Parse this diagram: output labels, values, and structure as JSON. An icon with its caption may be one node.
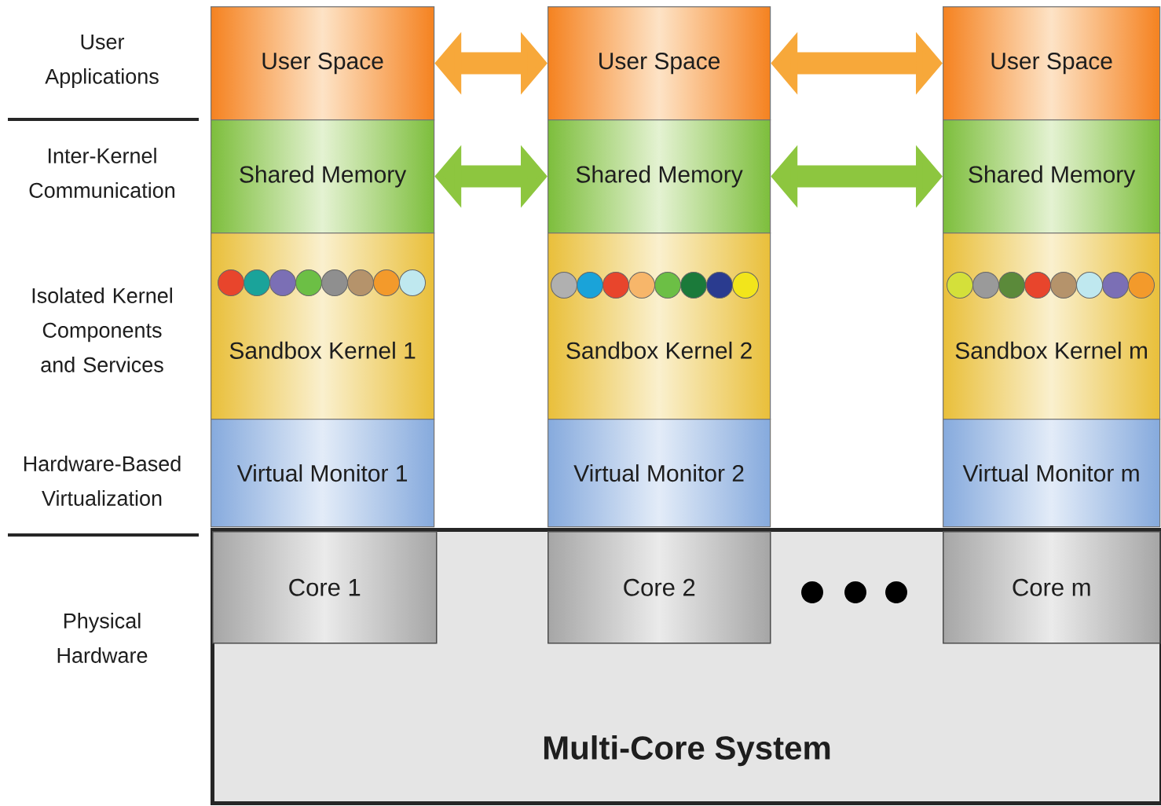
{
  "diagram": {
    "nodes": [
      {
        "text": [
          "User Space"
        ]
      },
      {
        "text": [
          "User Space"
        ]
      },
      {
        "text": [
          "User Space"
        ]
      },
      {
        "text": [
          "Shared Memory"
        ]
      },
      {
        "text": [
          "Shared Memory"
        ]
      },
      {
        "text": [
          "Shared Memory"
        ]
      },
      {
        "text": [
          "Sandbox Kernel 1"
        ]
      },
      {
        "text": [
          "Sandbox Kernel 2"
        ]
      },
      {
        "text": [
          "Sandbox Kernel m"
        ]
      },
      {
        "text": [
          "Virtual Monitor 1"
        ]
      },
      {
        "text": [
          "Virtual Monitor 2"
        ]
      },
      {
        "text": [
          "Virtual Monitor m"
        ]
      },
      {
        "text": [
          "Multi-Core System"
        ]
      },
      {
        "text": [
          "Core 1"
        ],
        "in": 12
      },
      {
        "text": [
          "Core 2"
        ],
        "in": 12
      },
      {
        "text": [
          "Core m"
        ],
        "in": 12
      }
    ],
    "edges": [
      {
        "from": 0,
        "to": 1,
        "arrow": "both",
        "color": "#f7a83a"
      },
      {
        "from": 1,
        "to": 2,
        "arrow": "both",
        "color": "#f7a83a"
      },
      {
        "from": 3,
        "to": 4,
        "arrow": "both",
        "color": "#8dc63f"
      },
      {
        "from": 4,
        "to": 5,
        "arrow": "both",
        "color": "#8dc63f"
      }
    ],
    "labels": [
      "User Applications",
      "Inter-Kernel Communication",
      "Isolated Kernel Components and Services",
      "Hardware-Based Virtualization",
      "Physical Hardware"
    ]
  }
}
